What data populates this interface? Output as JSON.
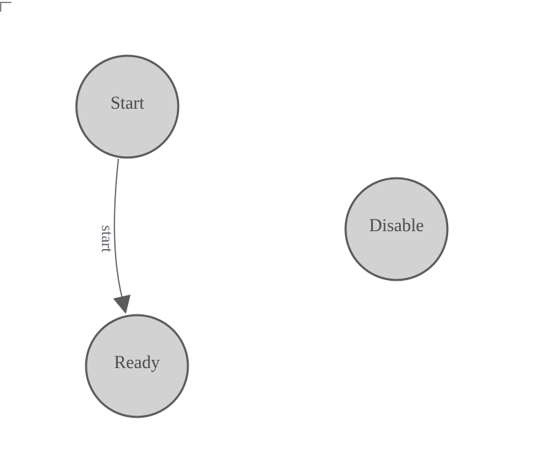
{
  "diagram": {
    "type": "state-machine",
    "colors": {
      "background": "#ffffff",
      "node_fill": "#d2d2d2",
      "node_stroke": "#5b5b5b",
      "node_label": "#4b4b4b",
      "edge_stroke": "#5b5b5b",
      "edge_label": "#5b6068",
      "corner_mark": "#5b5b5b"
    },
    "nodes": [
      {
        "id": "start",
        "label": "Start"
      },
      {
        "id": "ready",
        "label": "Ready"
      },
      {
        "id": "disable",
        "label": "Disable"
      }
    ],
    "edges": [
      {
        "from": "Start",
        "to": "Ready",
        "label": "start"
      }
    ]
  }
}
